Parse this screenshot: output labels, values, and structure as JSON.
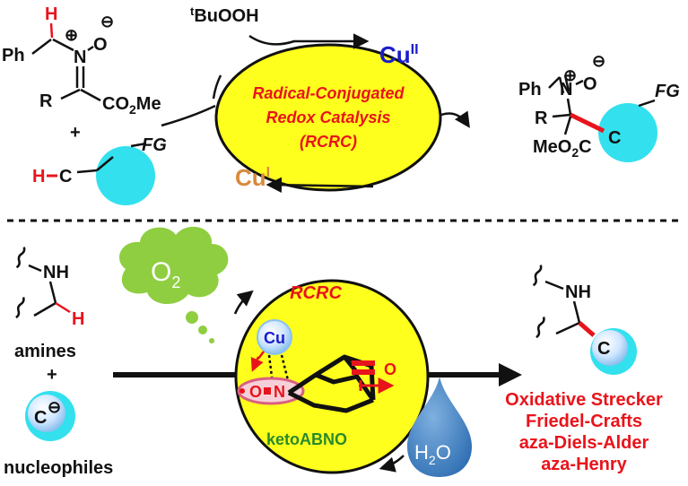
{
  "top": {
    "reactant": {
      "h_atom": "H",
      "ph": "Ph",
      "n_plus": "⊕",
      "n_atom": "N",
      "o_minus": "⊖",
      "o_atom": "O",
      "r_group": "R",
      "ester": "CO",
      "ester_sub": "2",
      "ester_me": "Me"
    },
    "plus": "+",
    "hc_h": "H",
    "hc_c": "C",
    "fg": "FG",
    "oxidant_sup": "t",
    "oxidant": "BuOOH",
    "cu2": "Cu",
    "cu2_sup": "II",
    "cu1": "Cu",
    "cu1_sup": "I",
    "cycle_line1": "Radical-Conjugated",
    "cycle_line2": "Redox Catalysis",
    "cycle_line3": "(RCRC)",
    "product": {
      "ph": "Ph",
      "n_atom": "N",
      "n_plus": "⊕",
      "o_atom": "O",
      "o_minus": "⊖",
      "r_group": "R",
      "ester_me": "MeO",
      "ester_sub": "2",
      "ester_c": "C",
      "c_atom": "C",
      "fg": "FG"
    }
  },
  "bottom": {
    "amine_nh": "NH",
    "amine_h": "H",
    "amines_label": "amines",
    "plus": "+",
    "nucleophile_c": "C",
    "nucleophile_minus": "⊖",
    "nucleophiles_label": "nucleophiles",
    "o2": "O",
    "o2_sub": "2",
    "rcrc": "RCRC",
    "cu": "Cu",
    "radical_o": "O",
    "radical_n": "N",
    "keto_o": "O",
    "keto_label": "ketoABNO",
    "h2o_h": "H",
    "h2o_sub": "2",
    "h2o_o": "O",
    "product_nh": "NH",
    "product_c": "C",
    "reactions": [
      "Oxidative Strecker",
      "Friedel-Crafts",
      "aza-Diels-Alder",
      "aza-Henry"
    ]
  },
  "colors": {
    "red": "#e8141b",
    "blue": "#1c1ccc",
    "orange": "#d98a3c",
    "green": "#2a8a2a",
    "yellow": "#ffff1e",
    "cyan": "#33e0ee",
    "cloud": "#8fce40",
    "drop": "#4a86c4"
  }
}
